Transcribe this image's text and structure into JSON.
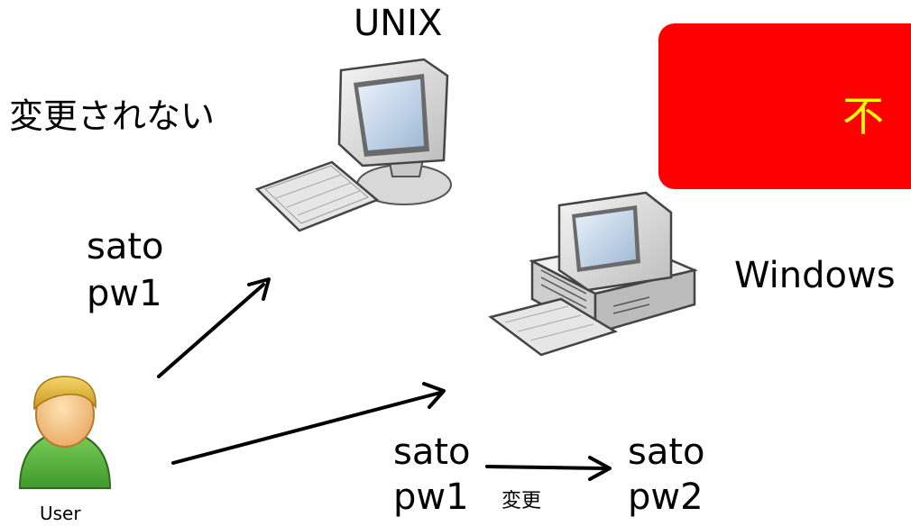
{
  "labels": {
    "unix": "UNIX",
    "windows": "Windows",
    "unchanged": "変更されない",
    "user": "User",
    "change": "変更"
  },
  "credentials": {
    "to_unix": {
      "user": "sato",
      "password": "pw1"
    },
    "to_windows_before": {
      "user": "sato",
      "password": "pw1"
    },
    "to_windows_after": {
      "user": "sato",
      "password": "pw2"
    }
  },
  "callout": {
    "text": "不",
    "fill_color": "#ff0000",
    "text_color": "#ffff00"
  },
  "icons": {
    "unix_computer": "crt-monitor-with-keyboard-icon",
    "windows_computer": "desktop-pc-with-keyboard-icon",
    "user": "user-avatar-icon"
  }
}
